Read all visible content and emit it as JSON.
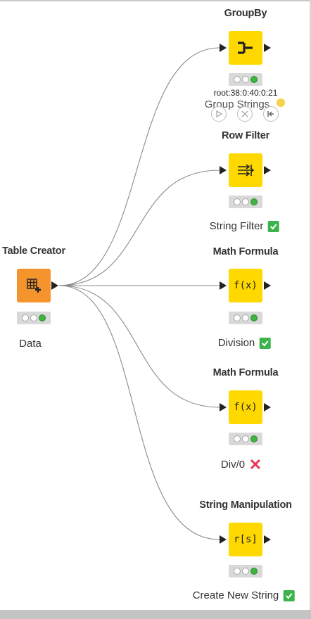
{
  "nodes": [
    {
      "id": "table-creator",
      "title": "Table Creator",
      "label": "Data",
      "color": "#f5942c",
      "status": "none",
      "icon": "table-creator-icon"
    },
    {
      "id": "groupby",
      "title": "GroupBy",
      "label": "Group Strings",
      "color": "#ffd800",
      "status": "warning",
      "icon": "groupby-icon"
    },
    {
      "id": "row-filter",
      "title": "Row Filter",
      "label": "String Filter",
      "color": "#ffd800",
      "status": "success",
      "icon": "row-filter-icon"
    },
    {
      "id": "math-formula-1",
      "title": "Math Formula",
      "label": "Division",
      "color": "#ffd800",
      "status": "success",
      "icon_text": "f(x)"
    },
    {
      "id": "math-formula-2",
      "title": "Math Formula",
      "label": "Div/0",
      "color": "#ffd800",
      "status": "error",
      "icon_text": "f(x)"
    },
    {
      "id": "string-manipulation",
      "title": "String Manipulation",
      "label": "Create New String",
      "color": "#ffd800",
      "status": "success",
      "icon_text": "r[s]"
    }
  ],
  "hover": {
    "node_id_text": "root:38:0:40:0:21",
    "actions": [
      "execute-icon",
      "cancel-icon",
      "reset-icon"
    ]
  },
  "colors": {
    "edge": "#8a8a8a",
    "success": "#3cb44b",
    "error": "#e8345a",
    "warning": "#f6d34a"
  }
}
